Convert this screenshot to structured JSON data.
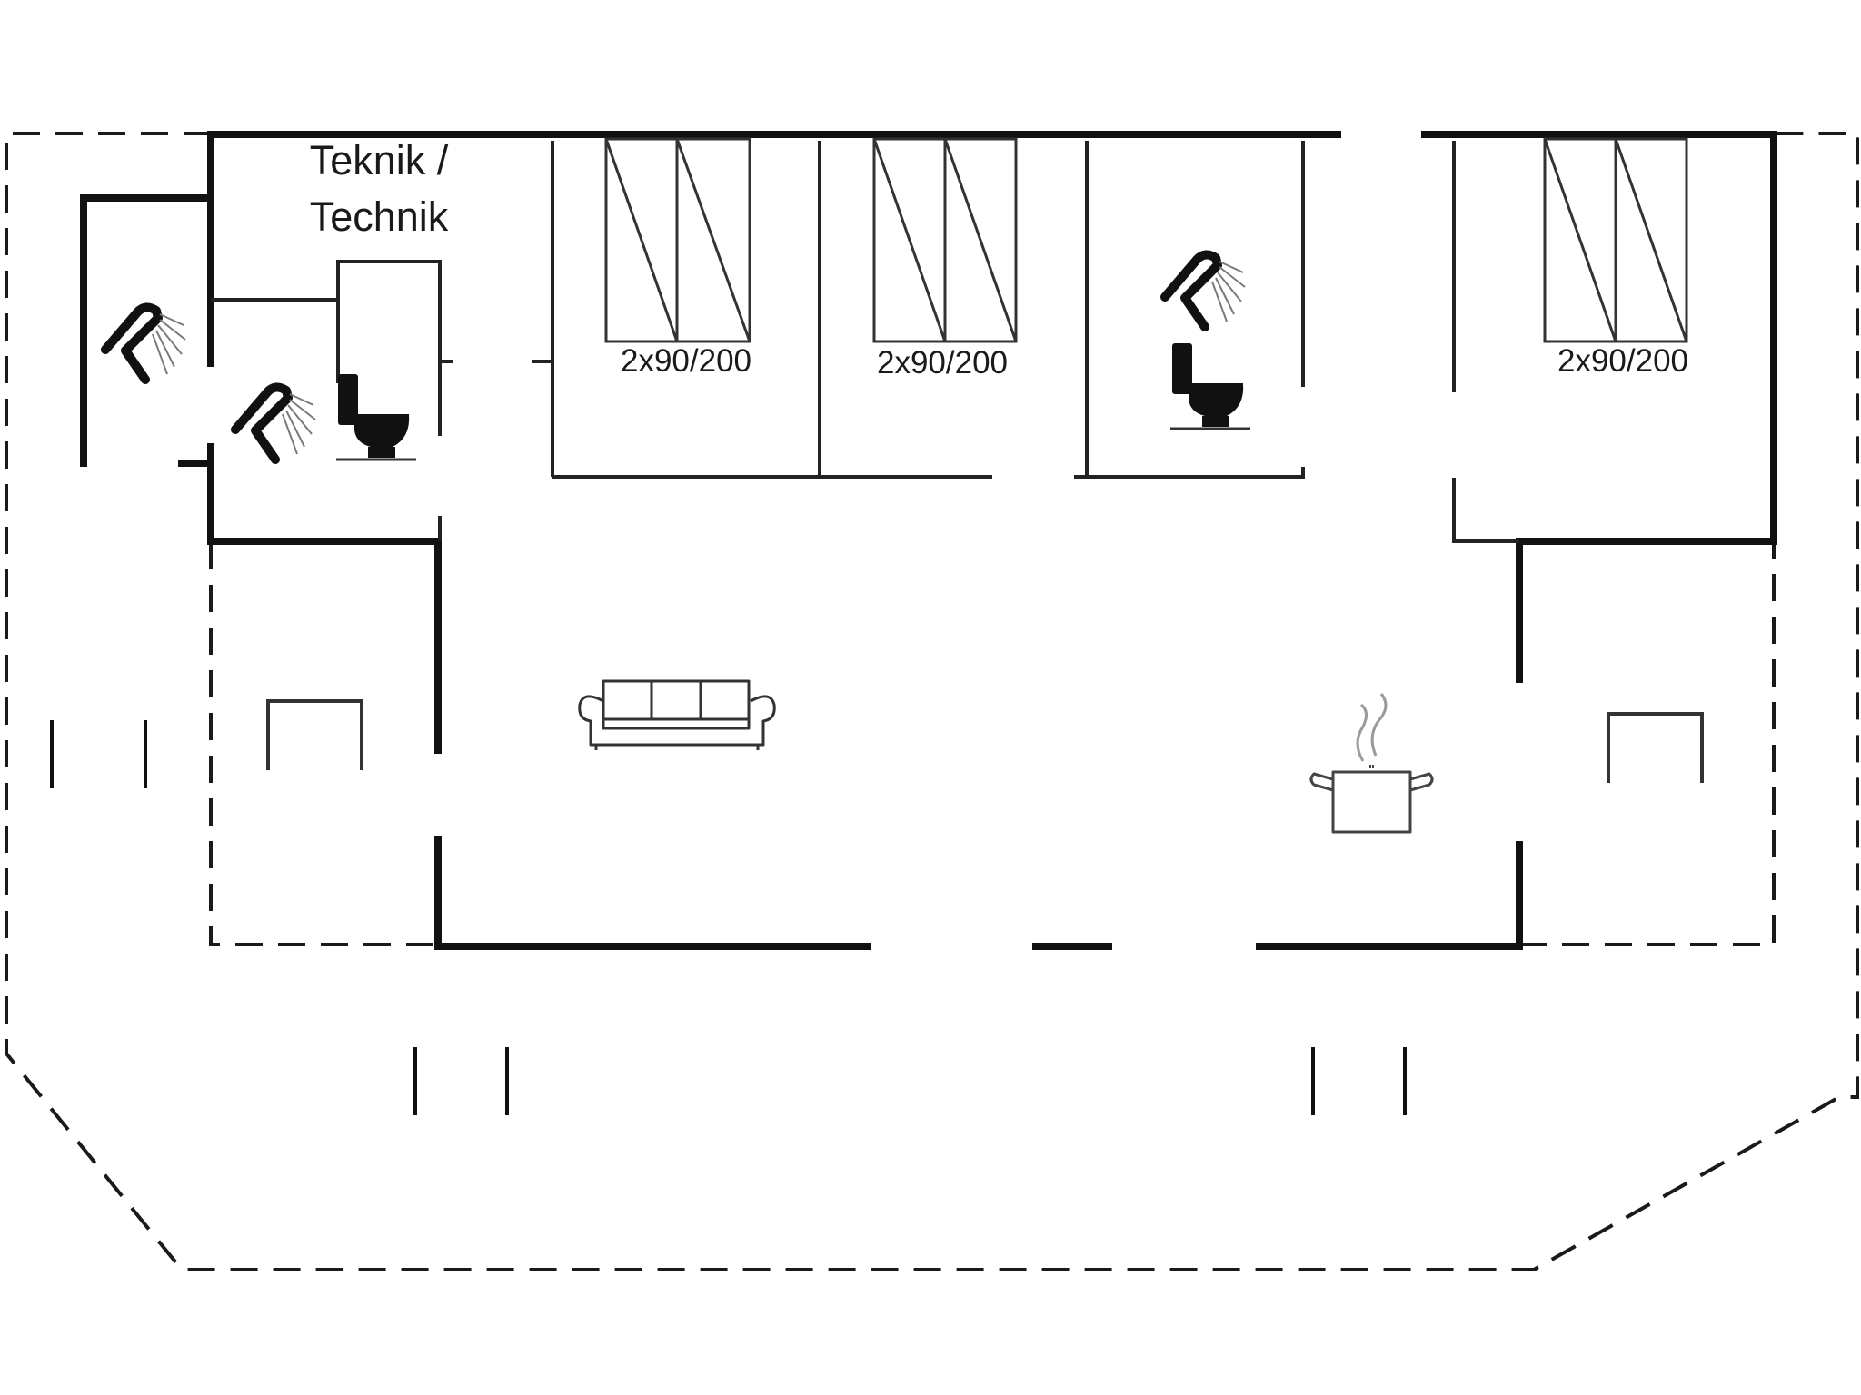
{
  "colors": {
    "background": "#ffffff",
    "wall": "#111111",
    "dashed_line": "#1a1a1a",
    "furniture": "#333333",
    "icon": "#111111",
    "icon_light": "#7a7a7a"
  },
  "rooms": {
    "technik_label_line1": "Teknik /",
    "technik_label_line2": "Technik"
  },
  "beds": [
    {
      "label": "2x90/200"
    },
    {
      "label": "2x90/200"
    },
    {
      "label": "2x90/200"
    }
  ],
  "icons": [
    "shower-icon",
    "toilet-icon",
    "sofa-icon",
    "cooking-pot-icon"
  ]
}
